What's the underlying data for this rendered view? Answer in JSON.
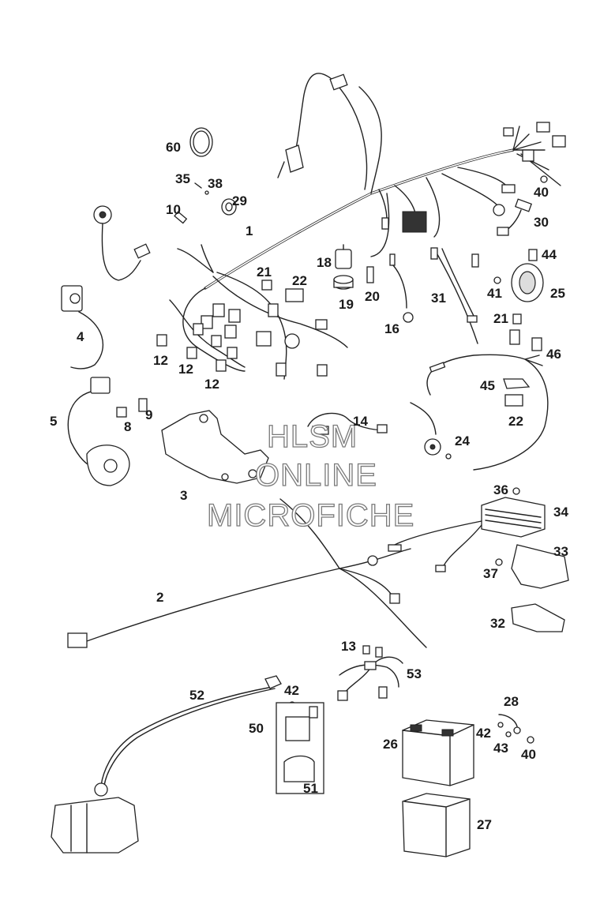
{
  "watermark": {
    "line1": "HLSM",
    "line2": "ONLINE",
    "line3": "MICROFICHE"
  },
  "callouts": [
    {
      "id": "c60",
      "text": "60"
    },
    {
      "id": "c35",
      "text": "35"
    },
    {
      "id": "c38",
      "text": "38"
    },
    {
      "id": "c29",
      "text": "29"
    },
    {
      "id": "c10",
      "text": "10"
    },
    {
      "id": "c1",
      "text": "1"
    },
    {
      "id": "c40a",
      "text": "40"
    },
    {
      "id": "c30",
      "text": "30"
    },
    {
      "id": "c44",
      "text": "44"
    },
    {
      "id": "c18",
      "text": "18"
    },
    {
      "id": "c21a",
      "text": "21"
    },
    {
      "id": "c22a",
      "text": "22"
    },
    {
      "id": "c19",
      "text": "19"
    },
    {
      "id": "c20",
      "text": "20"
    },
    {
      "id": "c31",
      "text": "31"
    },
    {
      "id": "c41",
      "text": "41"
    },
    {
      "id": "c25",
      "text": "25"
    },
    {
      "id": "c4",
      "text": "4"
    },
    {
      "id": "c16",
      "text": "16"
    },
    {
      "id": "c21b",
      "text": "21"
    },
    {
      "id": "c46",
      "text": "46"
    },
    {
      "id": "c12a",
      "text": "12"
    },
    {
      "id": "c12b",
      "text": "12"
    },
    {
      "id": "c12c",
      "text": "12"
    },
    {
      "id": "c45",
      "text": "45"
    },
    {
      "id": "c5",
      "text": "5"
    },
    {
      "id": "c9",
      "text": "9"
    },
    {
      "id": "c8",
      "text": "8"
    },
    {
      "id": "c14",
      "text": "14"
    },
    {
      "id": "c22b",
      "text": "22"
    },
    {
      "id": "c24",
      "text": "24"
    },
    {
      "id": "c3",
      "text": "3"
    },
    {
      "id": "c36",
      "text": "36"
    },
    {
      "id": "c34",
      "text": "34"
    },
    {
      "id": "c33",
      "text": "33"
    },
    {
      "id": "c37",
      "text": "37"
    },
    {
      "id": "c2",
      "text": "2"
    },
    {
      "id": "c32",
      "text": "32"
    },
    {
      "id": "c13",
      "text": "13"
    },
    {
      "id": "c53",
      "text": "53"
    },
    {
      "id": "c52",
      "text": "52"
    },
    {
      "id": "c42a",
      "text": "42"
    },
    {
      "id": "c28",
      "text": "28"
    },
    {
      "id": "c50",
      "text": "50"
    },
    {
      "id": "c42b",
      "text": "42"
    },
    {
      "id": "c26",
      "text": "26"
    },
    {
      "id": "c43",
      "text": "43"
    },
    {
      "id": "c40b",
      "text": "40"
    },
    {
      "id": "c51",
      "text": "51"
    },
    {
      "id": "c27",
      "text": "27"
    }
  ]
}
